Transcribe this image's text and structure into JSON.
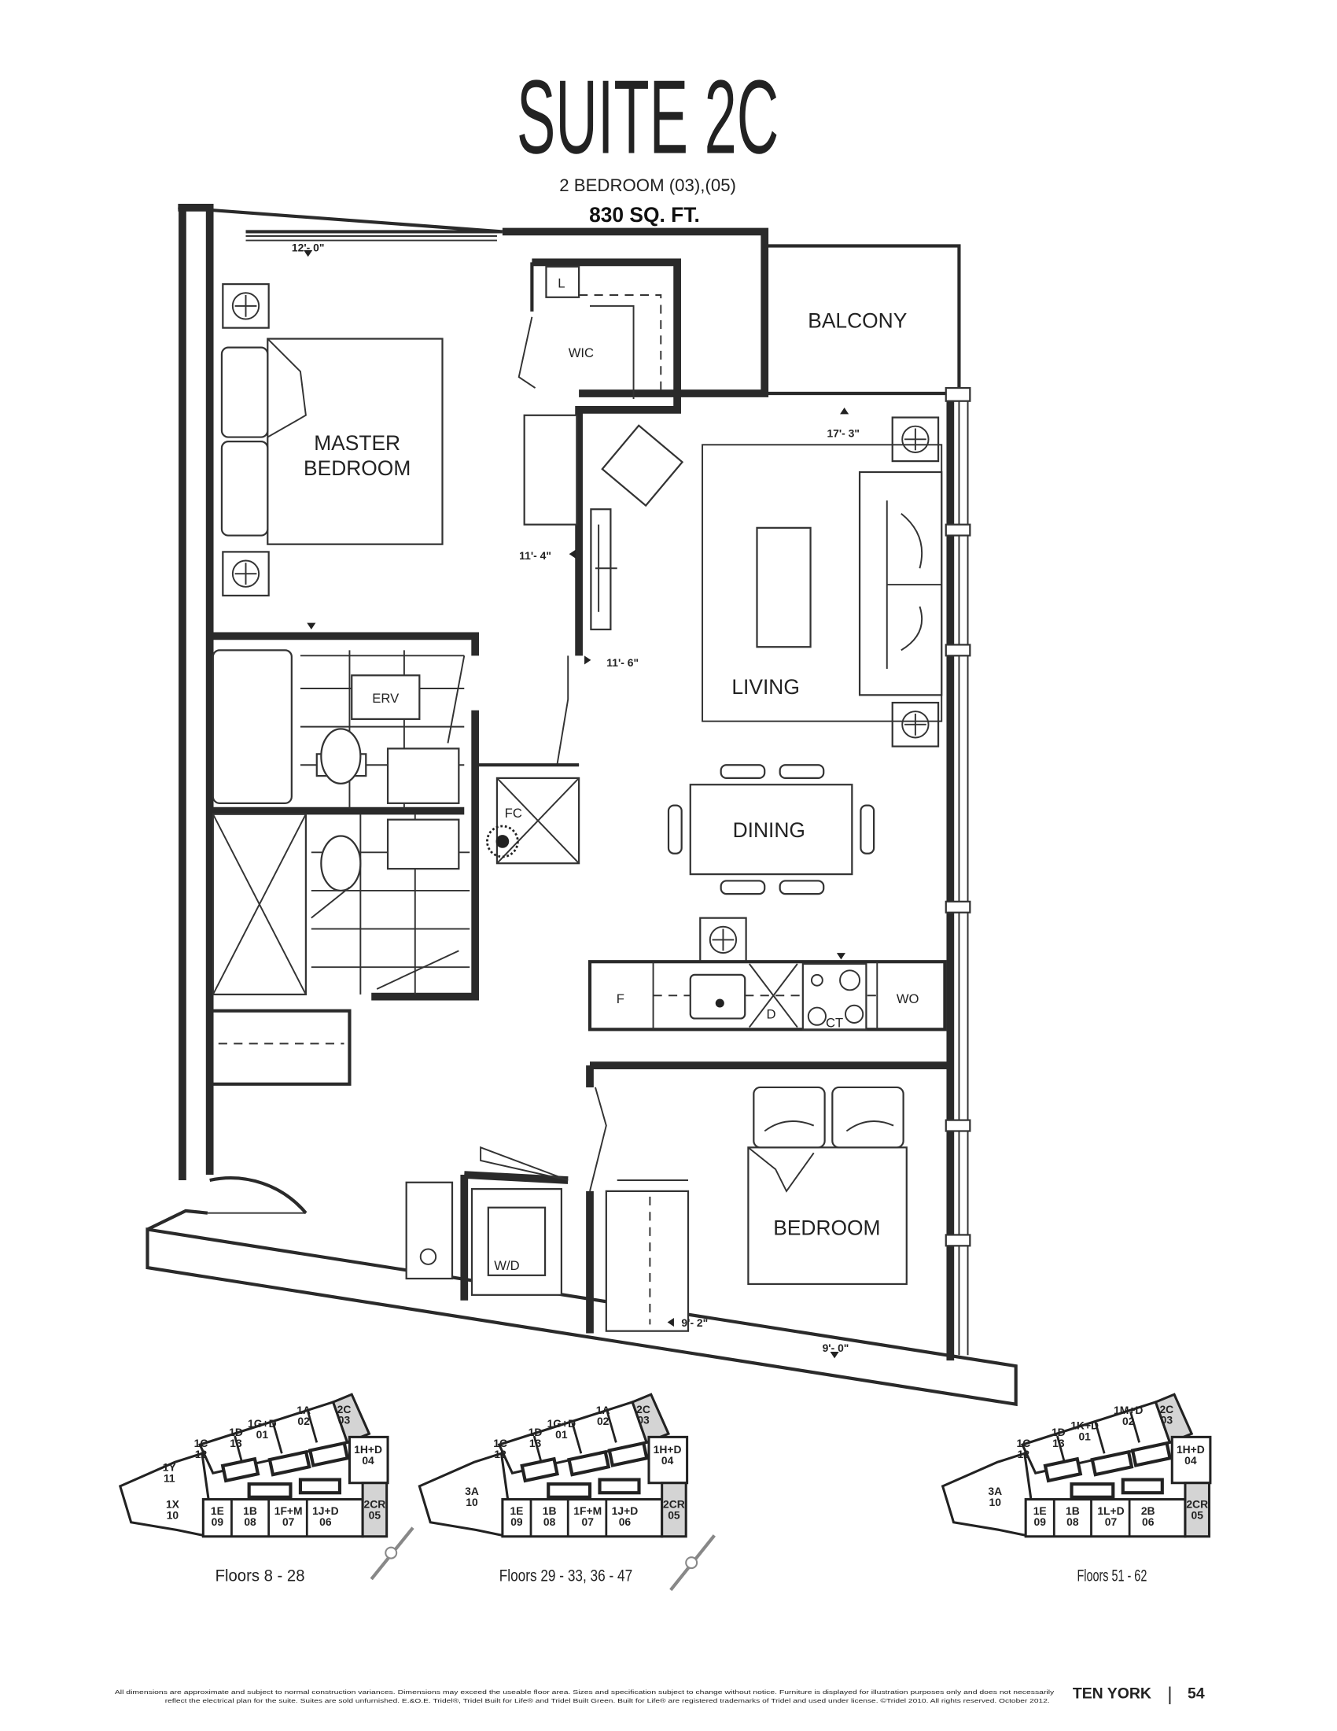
{
  "header": {
    "title": "SUITE 2C",
    "subtitle": "2 BEDROOM (03),(05)",
    "area": "830 SQ. FT."
  },
  "rooms": {
    "balcony": "BALCONY",
    "master_1": "MASTER",
    "master_2": "BEDROOM",
    "wic": "WIC",
    "linen": "L",
    "erv": "ERV",
    "fc": "FC",
    "living": "LIVING",
    "dining": "DINING",
    "fridge": "F",
    "dishwasher": "D",
    "cooktop": "CT",
    "wall_oven": "WO",
    "washer_dryer": "W/D",
    "bedroom": "BEDROOM"
  },
  "dimensions": {
    "master_width": "12'- 0\"",
    "master_depth": "11'- 4\"",
    "hall": "11'- 6\"",
    "living_width": "17'- 3\"",
    "bedroom_depth": "9'- 2\"",
    "bedroom_width": "9'- 0\""
  },
  "keyplans": [
    {
      "caption": "Floors 8 - 28",
      "units": [
        {
          "name": "2C",
          "num": "03",
          "highlight": true
        },
        {
          "name": "1A",
          "num": "02"
        },
        {
          "name": "1G+D",
          "num": "01"
        },
        {
          "name": "1D",
          "num": "13"
        },
        {
          "name": "1C",
          "num": "12"
        },
        {
          "name": "1Y",
          "num": "11"
        },
        {
          "name": "1X",
          "num": "10"
        },
        {
          "name": "1E",
          "num": "09"
        },
        {
          "name": "1B",
          "num": "08"
        },
        {
          "name": "1F+M",
          "num": "07"
        },
        {
          "name": "1J+D",
          "num": "06"
        },
        {
          "name": "1H+D",
          "num": "04"
        },
        {
          "name": "2CR",
          "num": "05",
          "highlight": true
        }
      ]
    },
    {
      "caption": "Floors 29 - 33, 36 - 47",
      "units": [
        {
          "name": "2C",
          "num": "03",
          "highlight": true
        },
        {
          "name": "1A",
          "num": "02"
        },
        {
          "name": "1G+D",
          "num": "01"
        },
        {
          "name": "1D",
          "num": "13"
        },
        {
          "name": "1C",
          "num": "12"
        },
        {
          "name": "3A",
          "num": "10"
        },
        {
          "name": "1E",
          "num": "09"
        },
        {
          "name": "1B",
          "num": "08"
        },
        {
          "name": "1F+M",
          "num": "07"
        },
        {
          "name": "1J+D",
          "num": "06"
        },
        {
          "name": "1H+D",
          "num": "04"
        },
        {
          "name": "2CR",
          "num": "05",
          "highlight": true
        }
      ]
    },
    {
      "caption": "Floors 51 - 62",
      "units": [
        {
          "name": "2C",
          "num": "03",
          "highlight": true
        },
        {
          "name": "1M+D",
          "num": "02"
        },
        {
          "name": "1K+D",
          "num": "01"
        },
        {
          "name": "1D",
          "num": "13"
        },
        {
          "name": "1C",
          "num": "12"
        },
        {
          "name": "3A",
          "num": "10"
        },
        {
          "name": "1E",
          "num": "09"
        },
        {
          "name": "1B",
          "num": "08"
        },
        {
          "name": "1L+D",
          "num": "07"
        },
        {
          "name": "2B",
          "num": "06"
        },
        {
          "name": "1H+D",
          "num": "04"
        },
        {
          "name": "2CR",
          "num": "05",
          "highlight": true
        }
      ]
    }
  ],
  "footer": {
    "disclaimer_1": "All dimensions are approximate and subject to normal construction variances. Dimensions may exceed the useable floor area. Sizes and specification subject to change without notice. Furniture is displayed for illustration purposes only and does not necessarily",
    "disclaimer_2": "reflect the electrical plan for the suite. Suites are sold unfurnished. E.&O.E. Tridel®, Tridel Built for Life® and Tridel Built Green. Built for Life® are registered trademarks of Tridel and used under license. ©Tridel 2010. All rights reserved. October 2012.",
    "brand": "TEN YORK",
    "separator": "|",
    "page_number": "54"
  },
  "colors": {
    "ink": "#222222",
    "highlight": "#d4d4d4"
  }
}
